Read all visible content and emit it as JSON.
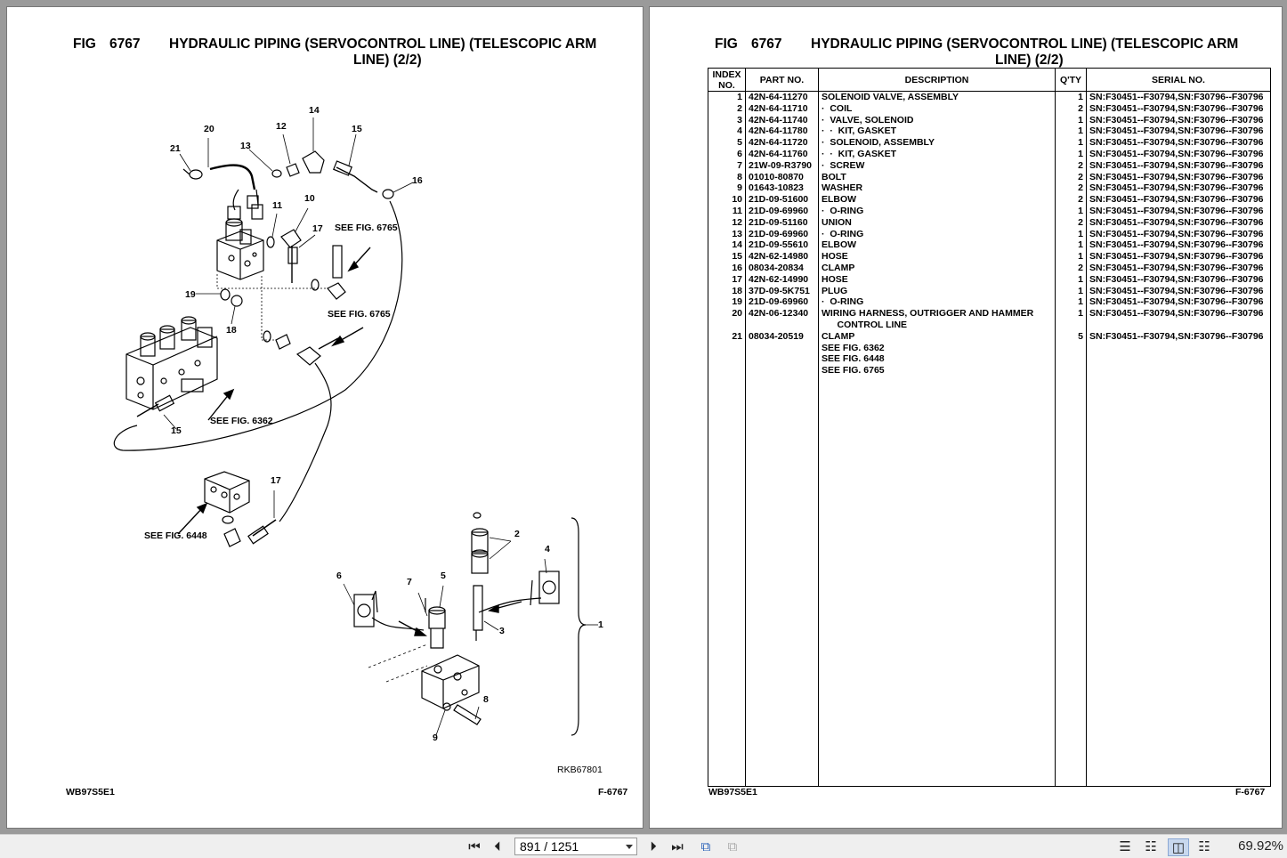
{
  "left_page": {
    "fig_label": "FIG",
    "fig_number": "6767",
    "title_line1": "HYDRAULIC PIPING (SERVOCONTROL LINE) (TELESCOPIC ARM",
    "title_line2": "LINE) (2/2)",
    "drawing_id": "RKB67801",
    "footer_left": "WB97S5E1",
    "footer_right": "F-6767",
    "callouts": {
      "c20": "20",
      "c21": "21",
      "c13": "13",
      "c12": "12",
      "c14": "14",
      "c15a": "15",
      "c16": "16",
      "c11": "11",
      "c10": "10",
      "c17a": "17",
      "c19": "19",
      "c18": "18",
      "c15b": "15",
      "c17b": "17",
      "c6": "6",
      "c7": "7",
      "c5": "5",
      "c2": "2",
      "c4": "4",
      "c3": "3",
      "c1": "1",
      "c8": "8",
      "c9": "9",
      "see6765a": "SEE FIG. 6765",
      "see6765b": "SEE FIG. 6765",
      "see6362": "SEE FIG. 6362",
      "see6448": "SEE FIG. 6448"
    }
  },
  "right_page": {
    "fig_label": "FIG",
    "fig_number": "6767",
    "title_line1": "HYDRAULIC PIPING (SERVOCONTROL LINE) (TELESCOPIC ARM",
    "title_line2": "LINE) (2/2)",
    "footer_left": "WB97S5E1",
    "footer_right": "F-6767",
    "table": {
      "headers": {
        "index": "INDEX NO.",
        "part": "PART NO.",
        "desc": "DESCRIPTION",
        "qty": "Q'TY",
        "serial": "SERIAL NO."
      },
      "rows": [
        {
          "idx": "1",
          "part": "42N-64-11270",
          "desc": "SOLENOID VALVE, ASSEMBLY",
          "qty": "1",
          "serial": "SN:F30451--F30794,SN:F30796--F30796"
        },
        {
          "idx": "2",
          "part": "42N-64-11710",
          "desc": "·  COIL",
          "qty": "2",
          "serial": "SN:F30451--F30794,SN:F30796--F30796"
        },
        {
          "idx": "3",
          "part": "42N-64-11740",
          "desc": "·  VALVE, SOLENOID",
          "qty": "1",
          "serial": "SN:F30451--F30794,SN:F30796--F30796"
        },
        {
          "idx": "4",
          "part": "42N-64-11780",
          "desc": "·  ·  KIT, GASKET",
          "qty": "1",
          "serial": "SN:F30451--F30794,SN:F30796--F30796"
        },
        {
          "idx": "5",
          "part": "42N-64-11720",
          "desc": "·  SOLENOID, ASSEMBLY",
          "qty": "1",
          "serial": "SN:F30451--F30794,SN:F30796--F30796"
        },
        {
          "idx": "6",
          "part": "42N-64-11760",
          "desc": "·  ·  KIT, GASKET",
          "qty": "1",
          "serial": "SN:F30451--F30794,SN:F30796--F30796"
        },
        {
          "idx": "7",
          "part": "21W-09-R3790",
          "desc": "·  SCREW",
          "qty": "2",
          "serial": "SN:F30451--F30794,SN:F30796--F30796"
        },
        {
          "idx": "8",
          "part": "01010-80870",
          "desc": "BOLT",
          "qty": "2",
          "serial": "SN:F30451--F30794,SN:F30796--F30796"
        },
        {
          "idx": "9",
          "part": "01643-10823",
          "desc": "WASHER",
          "qty": "2",
          "serial": "SN:F30451--F30794,SN:F30796--F30796"
        },
        {
          "idx": "10",
          "part": "21D-09-51600",
          "desc": "ELBOW",
          "qty": "2",
          "serial": "SN:F30451--F30794,SN:F30796--F30796"
        },
        {
          "idx": "11",
          "part": "21D-09-69960",
          "desc": "·  O-RING",
          "qty": "1",
          "serial": "SN:F30451--F30794,SN:F30796--F30796"
        },
        {
          "idx": "12",
          "part": "21D-09-51160",
          "desc": "UNION",
          "qty": "2",
          "serial": "SN:F30451--F30794,SN:F30796--F30796"
        },
        {
          "idx": "13",
          "part": "21D-09-69960",
          "desc": "·  O-RING",
          "qty": "1",
          "serial": "SN:F30451--F30794,SN:F30796--F30796"
        },
        {
          "idx": "14",
          "part": "21D-09-55610",
          "desc": "ELBOW",
          "qty": "1",
          "serial": "SN:F30451--F30794,SN:F30796--F30796"
        },
        {
          "idx": "15",
          "part": "42N-62-14980",
          "desc": "HOSE",
          "qty": "1",
          "serial": "SN:F30451--F30794,SN:F30796--F30796"
        },
        {
          "idx": "16",
          "part": "08034-20834",
          "desc": "CLAMP",
          "qty": "2",
          "serial": "SN:F30451--F30794,SN:F30796--F30796"
        },
        {
          "idx": "17",
          "part": "42N-62-14990",
          "desc": "HOSE",
          "qty": "1",
          "serial": "SN:F30451--F30794,SN:F30796--F30796"
        },
        {
          "idx": "18",
          "part": "37D-09-5K751",
          "desc": "PLUG",
          "qty": "1",
          "serial": "SN:F30451--F30794,SN:F30796--F30796"
        },
        {
          "idx": "19",
          "part": "21D-09-69960",
          "desc": "·  O-RING",
          "qty": "1",
          "serial": "SN:F30451--F30794,SN:F30796--F30796"
        },
        {
          "idx": "20",
          "part": "42N-06-12340",
          "desc": "WIRING HARNESS, OUTRIGGER AND HAMMER",
          "qty": "1",
          "serial": "SN:F30451--F30794,SN:F30796--F30796"
        },
        {
          "idx": "",
          "part": "",
          "desc": "      CONTROL LINE",
          "qty": "",
          "serial": ""
        },
        {
          "idx": "21",
          "part": "08034-20519",
          "desc": "CLAMP",
          "qty": "5",
          "serial": "SN:F30451--F30794,SN:F30796--F30796"
        },
        {
          "idx": "",
          "part": "",
          "desc": "SEE FIG. 6362",
          "qty": "",
          "serial": ""
        },
        {
          "idx": "",
          "part": "",
          "desc": "SEE FIG. 6448",
          "qty": "",
          "serial": ""
        },
        {
          "idx": "",
          "part": "",
          "desc": "SEE FIG. 6765",
          "qty": "",
          "serial": ""
        }
      ]
    }
  },
  "toolbar": {
    "page_current": "891",
    "page_sep": " / ",
    "page_total": "1251",
    "zoom": "69.92%",
    "icons": [
      "first-page-icon",
      "prev-page-icon",
      "next-page-icon",
      "last-page-icon",
      "back-view-icon",
      "forward-view-icon",
      "single-page-icon",
      "continuous-icon",
      "facing-icon",
      "continuous-facing-icon"
    ]
  }
}
